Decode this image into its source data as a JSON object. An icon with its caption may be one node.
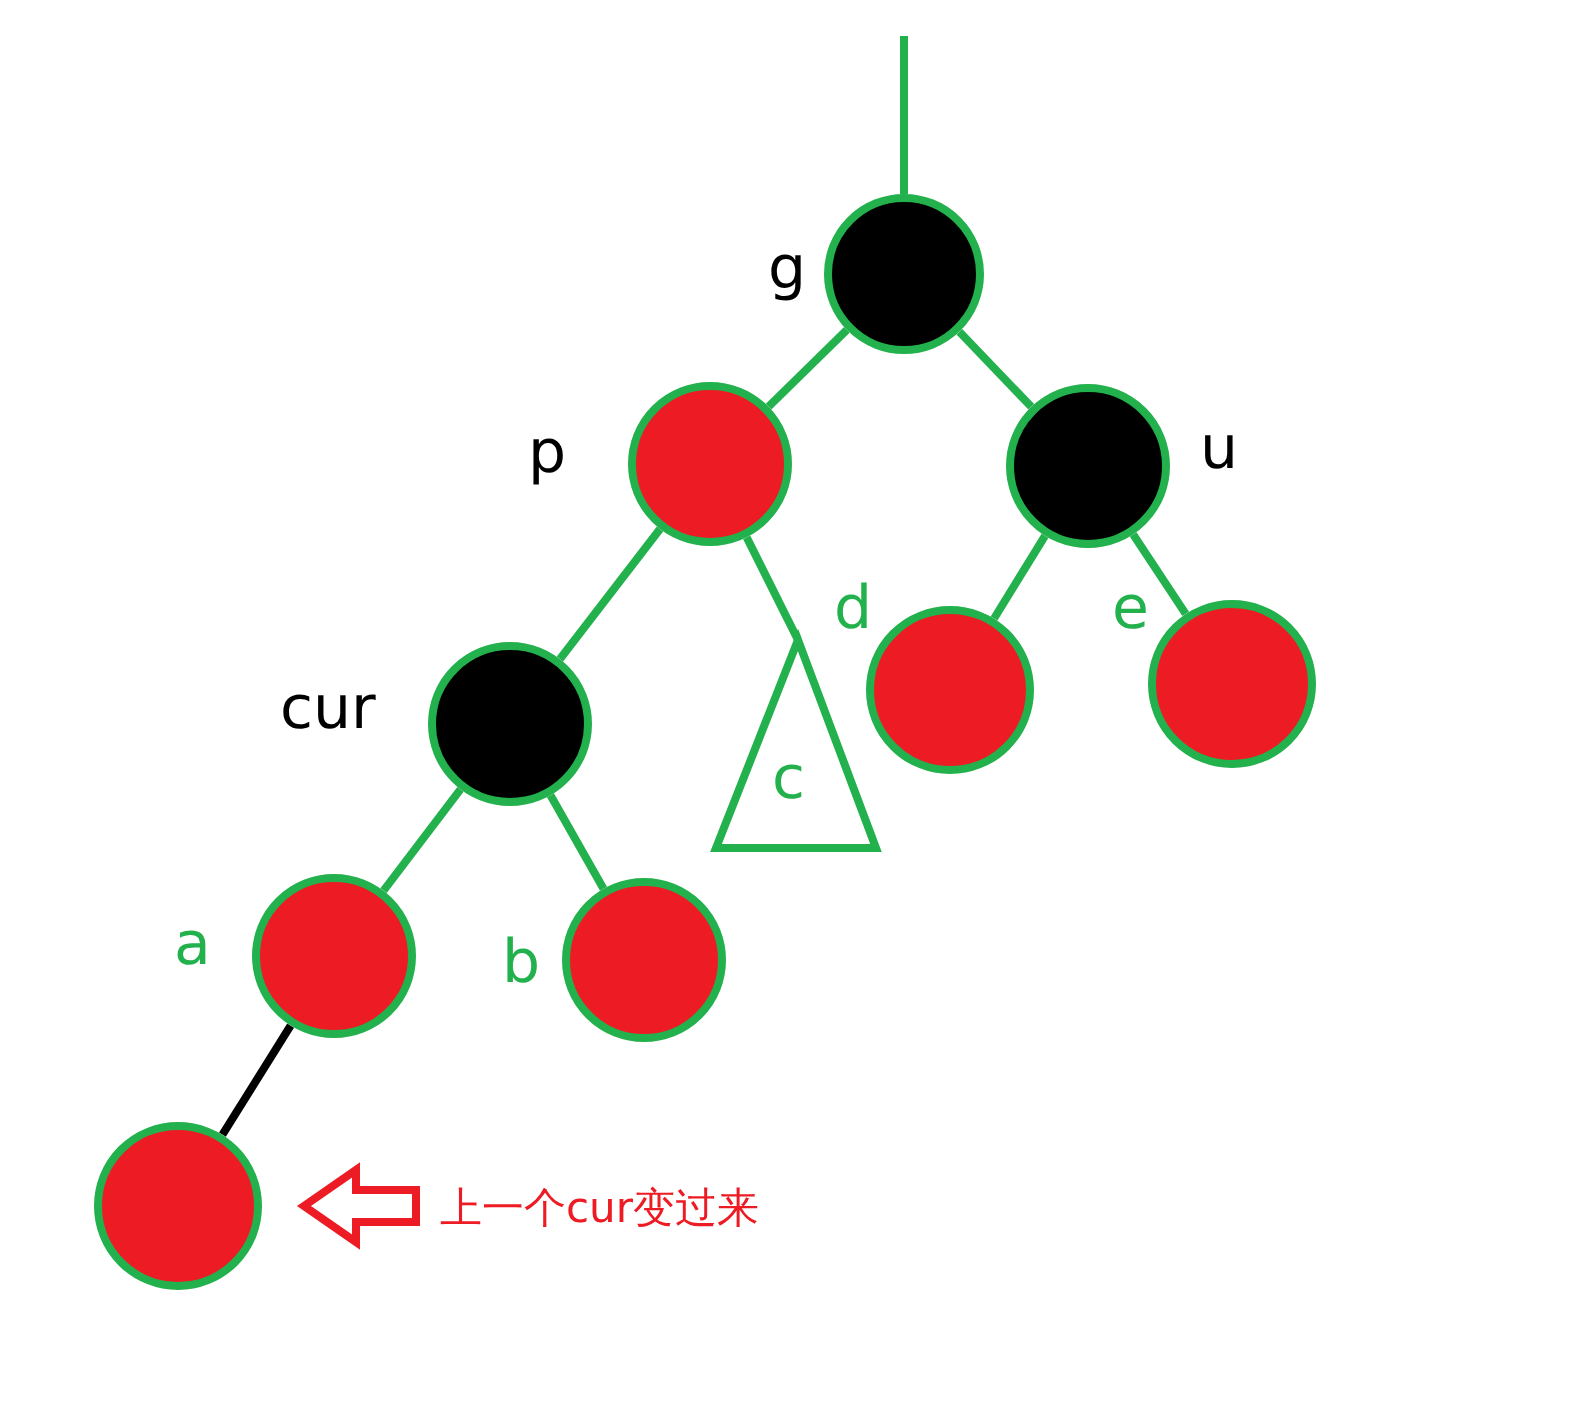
{
  "diagram": {
    "nodes": [
      {
        "text": [],
        "shape": "circle",
        "beside": [
          "g"
        ]
      },
      {
        "text": [],
        "shape": "circle",
        "beside": [
          "p"
        ]
      },
      {
        "text": [],
        "shape": "circle",
        "beside": [
          "u"
        ]
      },
      {
        "text": [],
        "shape": "circle",
        "beside": [
          "cur"
        ]
      },
      {
        "text": [
          "c"
        ]
      },
      {
        "text": [],
        "shape": "circle",
        "beside": [
          "d"
        ]
      },
      {
        "text": [],
        "shape": "circle",
        "beside": [
          "e"
        ]
      },
      {
        "text": [],
        "shape": "circle",
        "beside": [
          "a"
        ]
      },
      {
        "text": [],
        "shape": "circle",
        "beside": [
          "b"
        ]
      },
      {
        "text": [],
        "shape": "circle"
      },
      {
        "text": [
          "上一个cur变过来"
        ]
      }
    ],
    "edges": [
      {
        "from": null,
        "to": 0,
        "arrow": "none"
      },
      {
        "from": 0,
        "to": 1,
        "arrow": "none"
      },
      {
        "from": 0,
        "to": 2,
        "arrow": "none"
      },
      {
        "from": 1,
        "to": 3,
        "arrow": "none"
      },
      {
        "from": 1,
        "to": 4,
        "arrow": "none"
      },
      {
        "from": 2,
        "to": 5,
        "arrow": "none"
      },
      {
        "from": 2,
        "to": 6,
        "arrow": "none"
      },
      {
        "from": 3,
        "to": 7,
        "arrow": "none"
      },
      {
        "from": 3,
        "to": 8,
        "arrow": "none"
      },
      {
        "from": 7,
        "to": 9,
        "arrow": "none",
        "color": "#000000"
      },
      {
        "from": 10,
        "to": 9,
        "arrow": "to",
        "style": "thick",
        "color": "#ed1c24"
      }
    ]
  }
}
